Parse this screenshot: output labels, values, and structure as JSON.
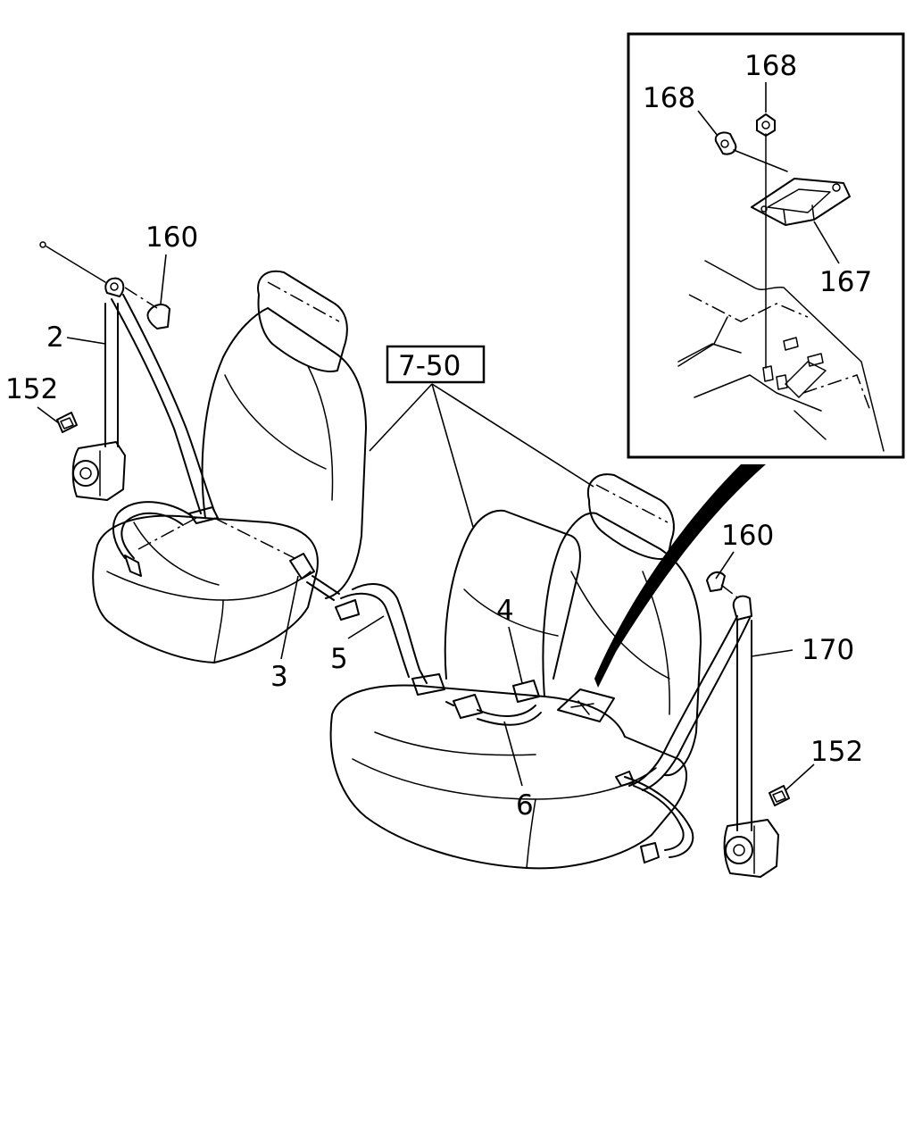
{
  "diagram": {
    "labels": {
      "part_2": "2",
      "part_3": "3",
      "part_4": "4",
      "part_5": "5",
      "part_6": "6",
      "part_152_left": "152",
      "part_152_right": "152",
      "part_160_left": "160",
      "part_160_right": "160",
      "part_170": "170",
      "ref_7_50": "7-50"
    },
    "inset": {
      "labels": {
        "part_168_top": "168",
        "part_168_left": "168",
        "part_167": "167"
      }
    }
  }
}
